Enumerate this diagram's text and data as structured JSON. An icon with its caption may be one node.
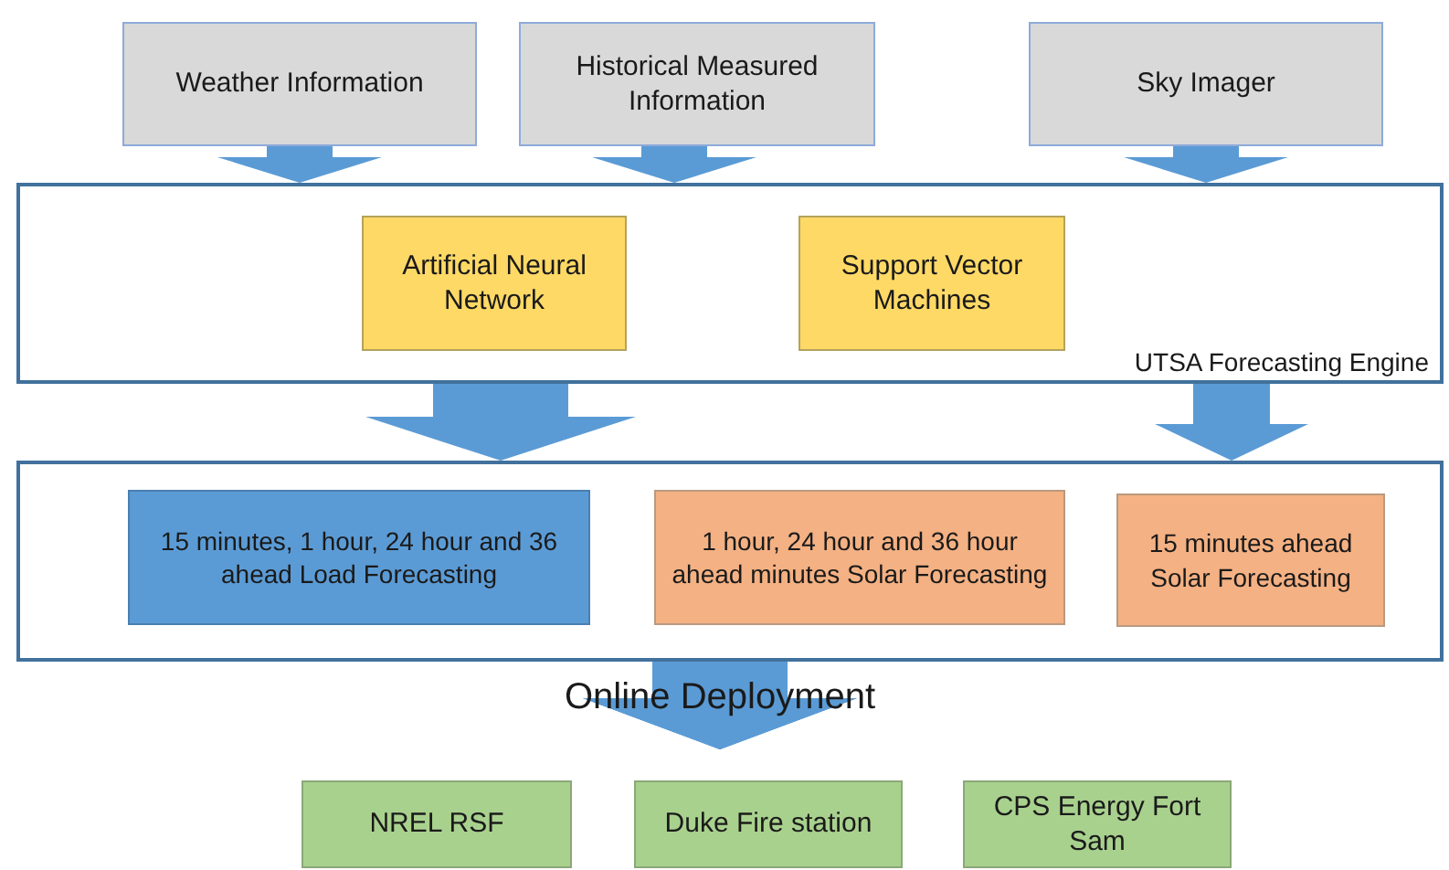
{
  "diagram": {
    "nodes": [
      {
        "text": [
          "Weather Information"
        ]
      },
      {
        "text": [
          "Historical Measured Information"
        ]
      },
      {
        "text": [
          "Sky Imager"
        ]
      },
      {
        "text": [
          "UTSA Forecasting Engine"
        ]
      },
      {
        "text": [
          "Artificial Neural Network"
        ],
        "in": 3
      },
      {
        "text": [
          "Support Vector Machines"
        ],
        "in": 3
      },
      {
        "text": [],
        "shape": "box"
      },
      {
        "text": [
          "15 minutes, 1 hour, 24 hour and 36 ahead Load Forecasting"
        ],
        "in": 6
      },
      {
        "text": [
          "1 hour, 24 hour and 36 hour ahead minutes Solar Forecasting"
        ],
        "in": 6
      },
      {
        "text": [
          "15 minutes ahead Solar Forecasting"
        ],
        "in": 6
      },
      {
        "text": [
          "NREL RSF"
        ]
      },
      {
        "text": [
          "Duke Fire station"
        ]
      },
      {
        "text": [
          "CPS Energy Fort Sam"
        ]
      }
    ],
    "edges": [
      {
        "from": 0,
        "to": 3,
        "arrow": "to"
      },
      {
        "from": 1,
        "to": 3,
        "arrow": "to"
      },
      {
        "from": 2,
        "to": 3,
        "arrow": "to"
      },
      {
        "from": 3,
        "to": 6,
        "arrow": "to"
      },
      {
        "from": 3,
        "to": 6,
        "arrow": "to"
      },
      {
        "from": 6,
        "to": 10,
        "arrow": "to"
      },
      {
        "from": 6,
        "to": 11,
        "arrow": "to",
        "label": "Online Deployment"
      },
      {
        "from": 6,
        "to": 12,
        "arrow": "to"
      }
    ]
  }
}
